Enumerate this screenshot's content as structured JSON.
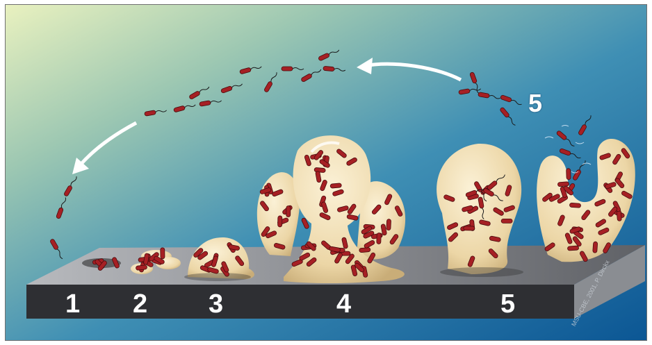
{
  "stages": {
    "stage1": "1",
    "stage2": "2",
    "stage3": "3",
    "stage4": "4",
    "stage5": "5",
    "dispersal": "5"
  },
  "credit": "MSU-CBE, 2001, P. Dirckx",
  "colors": {
    "sky_top": "#e8f0bd",
    "sky_bottom": "#0d5a96",
    "slab_top": "#a4a6ab",
    "slab_front": "#2f3034",
    "biofilm": "#efdcb0",
    "bacteria": "#a62024",
    "arrow": "#ffffff"
  }
}
